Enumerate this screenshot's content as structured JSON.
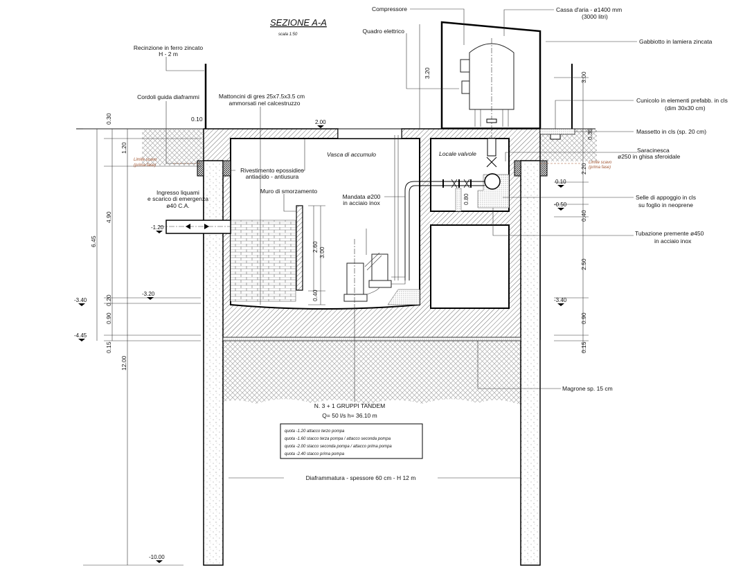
{
  "title": "SEZIONE  A-A",
  "scale": "scala  1:50",
  "labels": {
    "recinzione": [
      "Recinzione in ferro zincato",
      "H - 2 m"
    ],
    "cordoli": [
      "Cordoli guida diaframmi"
    ],
    "mattoncini": [
      "Mattoncini di gres 25x7.5x3.5 cm",
      "ammorsati nel calcestruzzo"
    ],
    "compressore": [
      "Compressore"
    ],
    "quadro": [
      "Quadro elettrico"
    ],
    "cassa": [
      "Cassa d'aria - ø1400 mm",
      "(3000 litri)"
    ],
    "gabbiotto": [
      "Gabbiotto in lamiera zincata"
    ],
    "cunicolo": [
      "Cunicolo in elementi prefabb. in cls",
      "(dim 30x30 cm)"
    ],
    "massetto": [
      "Massetto in cls (sp. 20 cm)"
    ],
    "saracinesca": [
      "Saracinesca",
      "ø250 in ghisa sferoidale"
    ],
    "selle": [
      "Selle di appoggio in cls",
      "su foglio in neoprene"
    ],
    "tubazione": [
      "Tubazione premente ø450",
      "in acciaio inox"
    ],
    "magrone": [
      "Magrone sp. 15 cm"
    ],
    "vasca": [
      "Vasca di accumulo"
    ],
    "locale": [
      "Locale valvole"
    ],
    "rivestimento": [
      "Rivestimento epossidico",
      "antiacido - antiusura"
    ],
    "muro": [
      "Muro di smorzamento"
    ],
    "mandata": [
      "Mandata ø200",
      "in acciaio inox"
    ],
    "ingresso": [
      "Ingresso liquami",
      "e scarico di emergenza",
      "ø40 C.A."
    ],
    "limite_left": [
      "Limite scavo",
      "(prima fase)"
    ],
    "limite_right": [
      "Limite scavo",
      "(prima fase)"
    ],
    "gruppi": [
      "N. 3 + 1 GRUPPI TANDEM",
      "Q= 50 l/s   h= 36.10 m"
    ],
    "diaframmatura": [
      "Diaframmatura - spessore 60 cm - H 12 m"
    ]
  },
  "pump_table": [
    "quota  -1.20   attacco terzo pompa",
    "quota  -1.60   stacco terza pompa / attacco seconda pompa",
    "quota  -2.00   stacco seconda pompa / attacco prima pompa",
    "quota  -2.40   stacco prima pompa"
  ],
  "elevations": {
    "top": "2.00",
    "inlet": "-1.20",
    "floor_left": "-3.20",
    "outer_left_1": "-3.40",
    "outer_left_2": "-4.45",
    "right_1": "0.10",
    "right_2": "-0.50",
    "right_3": "-3.40",
    "bottom": "-10.00"
  },
  "dimensions": {
    "left_030": "0.30",
    "left_120": "1.20",
    "left_490": "4.90",
    "left_645": "6.45",
    "left_020": "0.20",
    "left_090": "0.90",
    "left_015": "0.15",
    "left_1200": "12.00",
    "fence_010": "0.10",
    "cage_320": "3.20",
    "right_300": "3.00",
    "right_035": "0.35",
    "right_220": "2.20",
    "right_040": "0.40",
    "right_250": "2.50",
    "right_090": "0.90",
    "right_015": "0.15",
    "wall_260": "2.60",
    "wall_300": "3.00",
    "wall_040": "0.40",
    "valve_080": "0.80"
  },
  "colors": {
    "limite": "#a0522d",
    "line": "#111111"
  }
}
